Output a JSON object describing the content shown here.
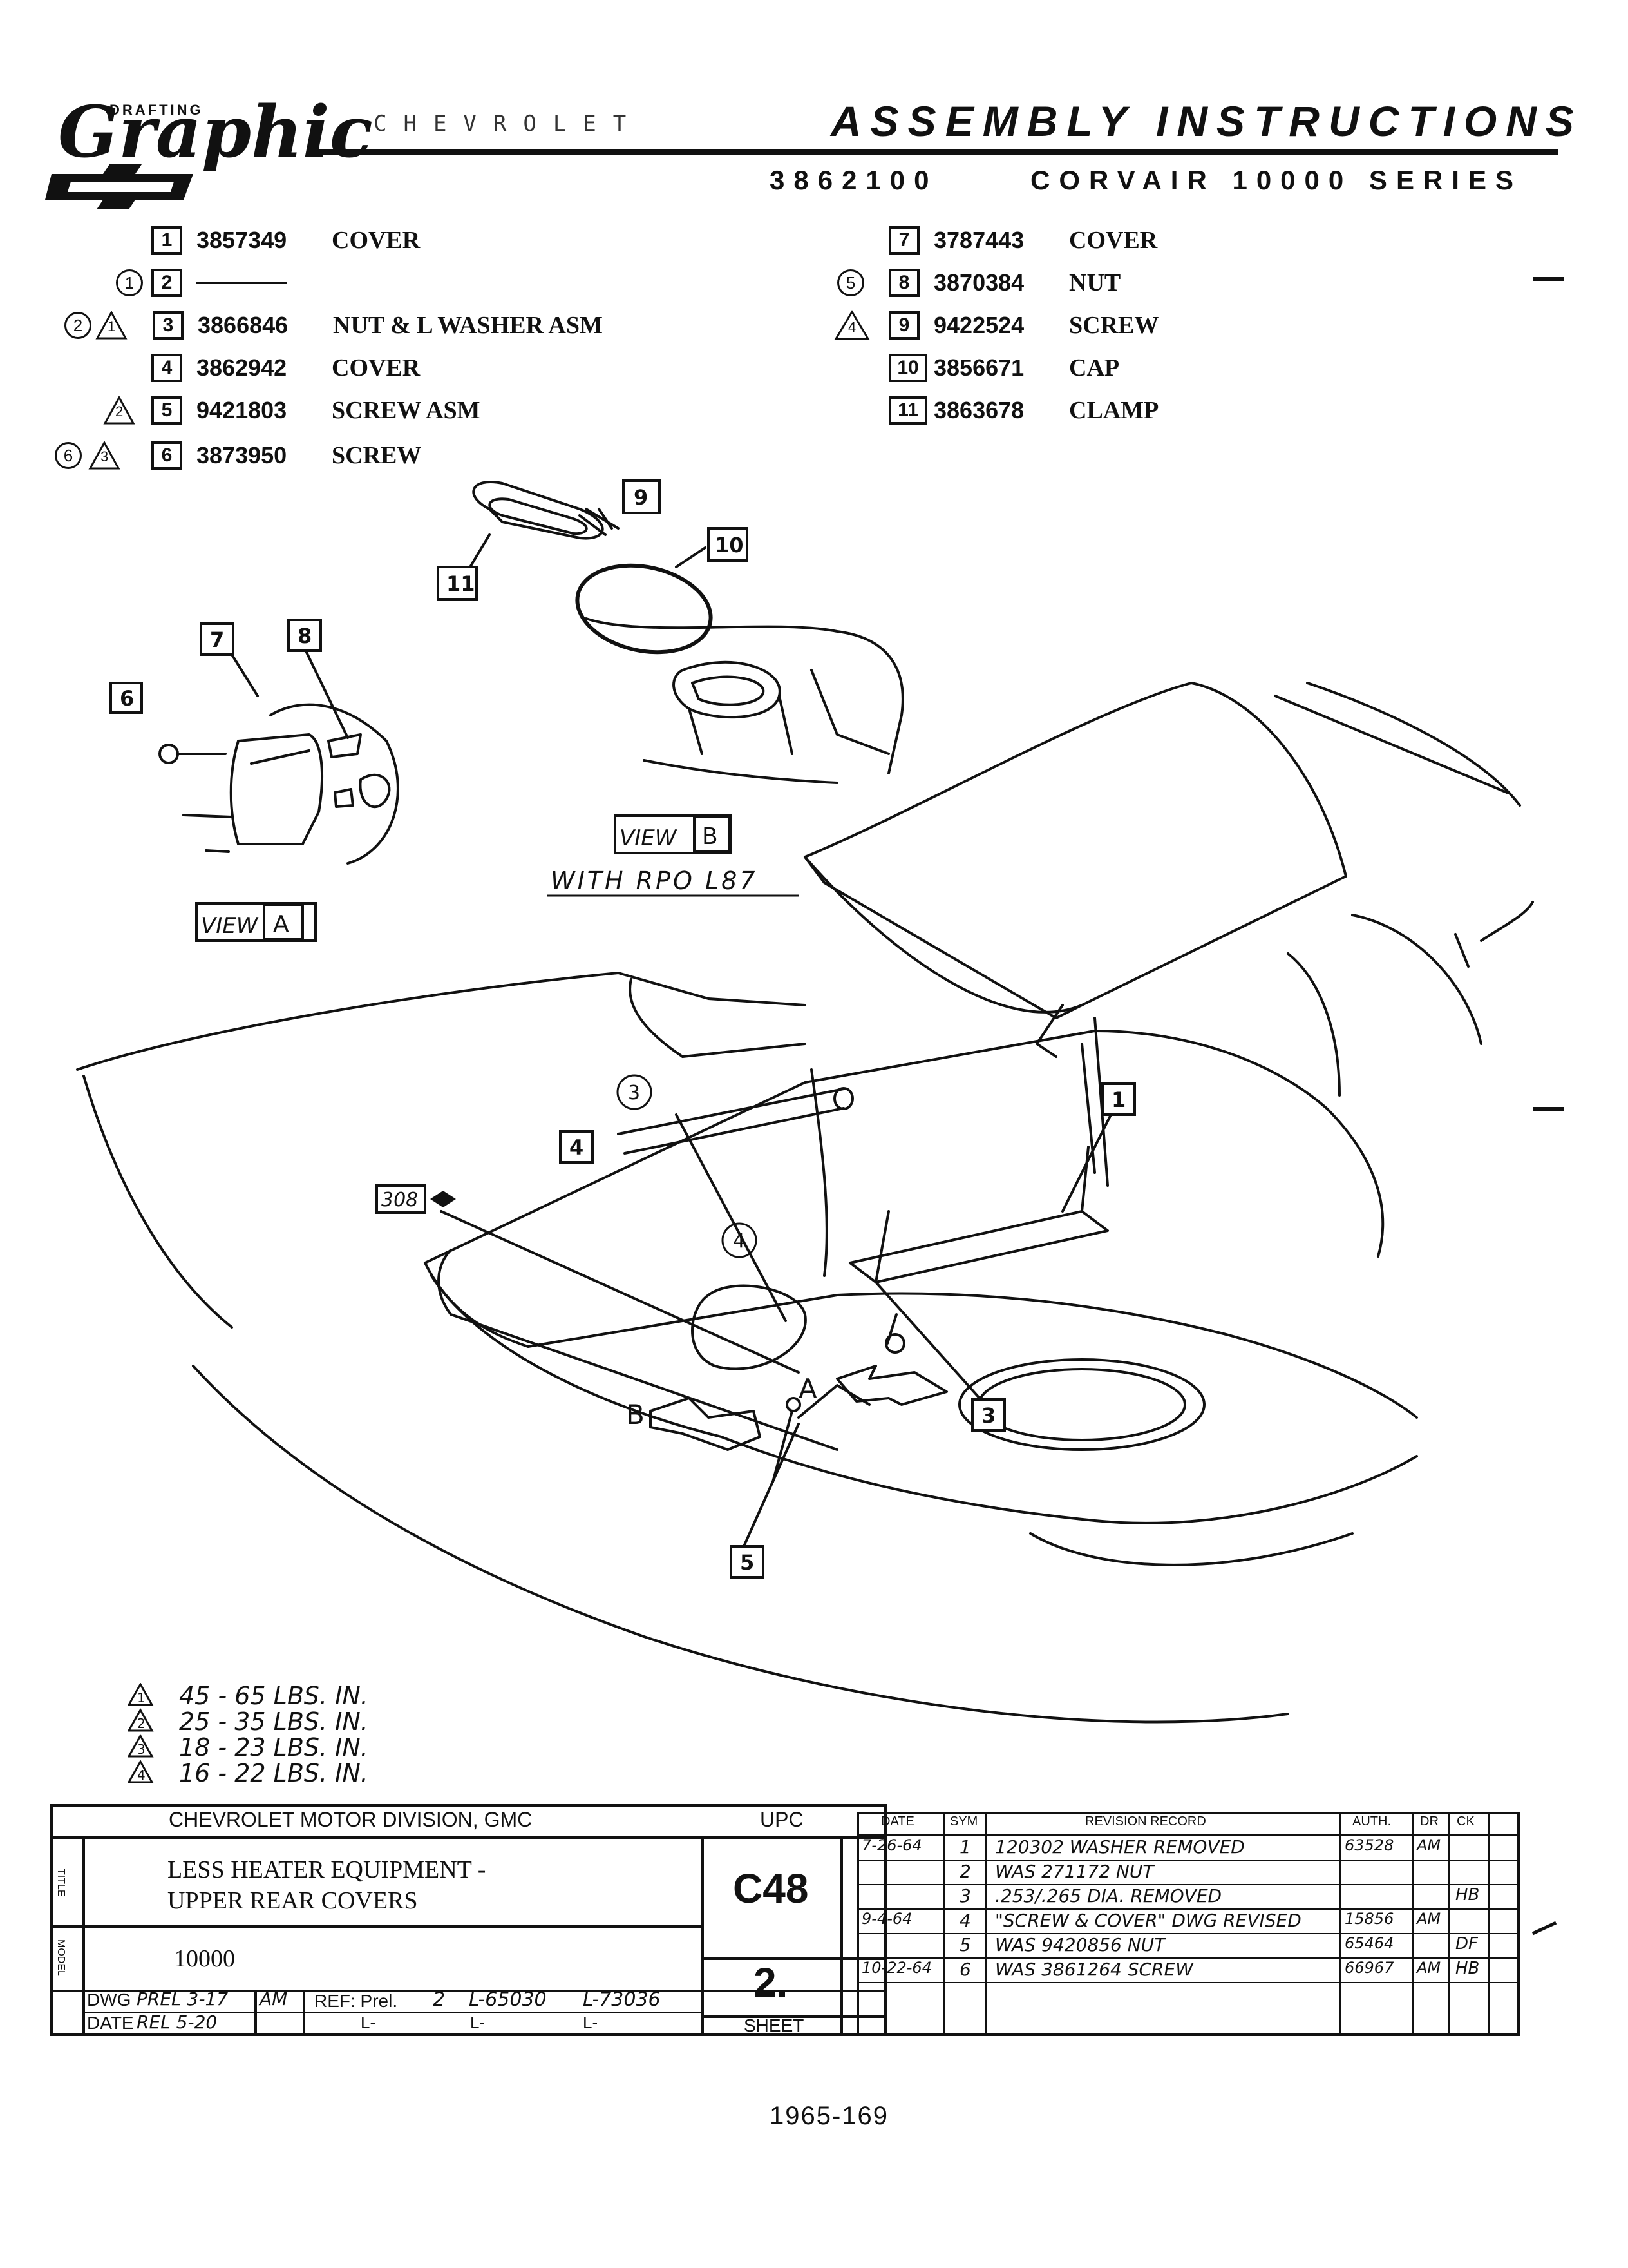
{
  "header": {
    "logo_small": "DRAFTING",
    "logo_script": "Graphic",
    "logo_brand": "CHEVROLET",
    "title": "ASSEMBLY INSTRUCTIONS",
    "part_number": "3862100",
    "series": "CORVAIR 10000 SERIES"
  },
  "parts_left": [
    {
      "num": "1",
      "part": "3857349",
      "name": "COVER",
      "circle": "",
      "tri": ""
    },
    {
      "num": "2",
      "part": "",
      "name": "",
      "circle": "1",
      "tri": ""
    },
    {
      "num": "3",
      "part": "3866846",
      "name": "NUT & L WASHER ASM",
      "circle": "2",
      "tri": "1"
    },
    {
      "num": "4",
      "part": "3862942",
      "name": "COVER",
      "circle": "",
      "tri": ""
    },
    {
      "num": "5",
      "part": "9421803",
      "name": "SCREW ASM",
      "circle": "",
      "tri": "2"
    },
    {
      "num": "6",
      "part": "3873950",
      "name": "SCREW",
      "circle": "6",
      "tri": "3"
    }
  ],
  "parts_right": [
    {
      "num": "7",
      "part": "3787443",
      "name": "COVER",
      "circle": "",
      "tri": ""
    },
    {
      "num": "8",
      "part": "3870384",
      "name": "NUT",
      "circle": "5",
      "tri": ""
    },
    {
      "num": "9",
      "part": "9422524",
      "name": "SCREW",
      "circle": "",
      "tri": "4"
    },
    {
      "num": "10",
      "part": "3856671",
      "name": "CAP",
      "circle": "",
      "tri": ""
    },
    {
      "num": "11",
      "part": "3863678",
      "name": "CLAMP",
      "circle": "",
      "tri": ""
    }
  ],
  "diagram": {
    "view_a": "VIEW",
    "view_a_letter": "A",
    "view_b": "VIEW",
    "view_b_letter": "B",
    "with_rpo": "WITH RPO L87",
    "ref_308": "308",
    "label_3": "3",
    "label_4": "4",
    "arrow_a": "A",
    "arrow_b": "B",
    "callouts": {
      "c1": "1",
      "c3": "3",
      "c4": "4",
      "c5": "5",
      "c6": "6",
      "c7": "7",
      "c8": "8",
      "c9": "9",
      "c10": "10",
      "c11": "11"
    }
  },
  "torque": [
    {
      "tri": "1",
      "value": "45 - 65 LBS. IN."
    },
    {
      "tri": "2",
      "value": "25 - 35 LBS. IN."
    },
    {
      "tri": "3",
      "value": "18 - 23 LBS. IN."
    },
    {
      "tri": "4",
      "value": "16 - 22 LBS. IN."
    }
  ],
  "title_block": {
    "division": "CHEVROLET MOTOR DIVISION, GMC",
    "upc_label": "UPC",
    "description_line1": "LESS HEATER EQUIPMENT -",
    "description_line2": "UPPER REAR COVERS",
    "model": "10000",
    "upc_code": "C48",
    "sheet_num": "2.",
    "sheet_label": "SHEET",
    "dwg": "DWG",
    "dwg_prel": "PREL 3-17",
    "dwg_init": "AM",
    "date": "DATE",
    "date_rel": "REL 5-20",
    "ref_label": "REF: Prel.",
    "ref_2": "2",
    "ref_l1": "L-65030",
    "ref_l2": "L-73036",
    "ref_la": "L-",
    "ref_lb": "L-",
    "ref_lc": "L-",
    "side_label1": "TITLE",
    "side_label2": "MODEL"
  },
  "revision": {
    "headers": {
      "date": "DATE",
      "sym": "SYM",
      "record": "REVISION RECORD",
      "auth": "AUTH.",
      "dr": "DR",
      "ck": "CK"
    },
    "rows": [
      {
        "date": "7-26-64",
        "sym": "1",
        "record": "120302 WASHER REMOVED",
        "auth": "63528",
        "dr": "AM",
        "ck": ""
      },
      {
        "date": "",
        "sym": "2",
        "record": "WAS 271172 NUT",
        "auth": "",
        "dr": "",
        "ck": ""
      },
      {
        "date": "",
        "sym": "3",
        "record": ".253/.265 DIA. REMOVED",
        "auth": "",
        "dr": "",
        "ck": "HB"
      },
      {
        "date": "9-4-64",
        "sym": "4",
        "record": "\"SCREW & COVER\" DWG REVISED",
        "auth": "15856",
        "dr": "AM",
        "ck": ""
      },
      {
        "date": "",
        "sym": "5",
        "record": "WAS 9420856 NUT",
        "auth": "65464",
        "dr": "",
        "ck": "DF"
      },
      {
        "date": "10-22-64",
        "sym": "6",
        "record": "WAS 3861264 SCREW",
        "auth": "66967",
        "dr": "AM",
        "ck": "HB"
      }
    ]
  },
  "footer": {
    "id": "1965-169"
  }
}
